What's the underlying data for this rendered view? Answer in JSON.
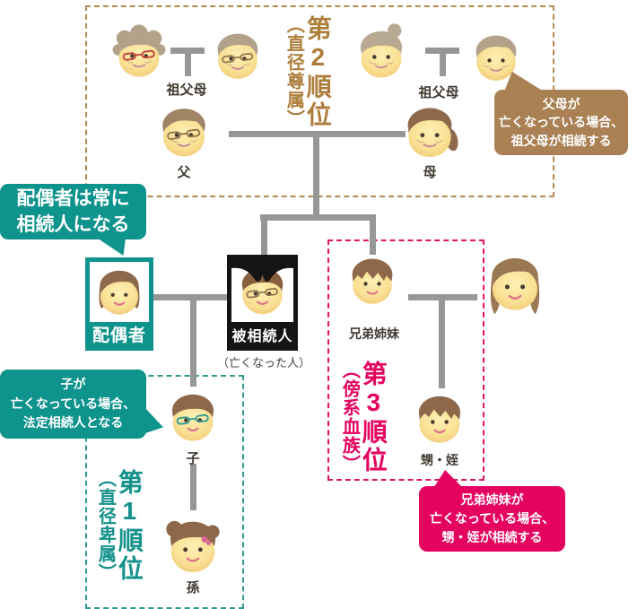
{
  "colors": {
    "rank2_brown": "#ad7e3b",
    "rank1_teal": "#0e938d",
    "rank3_pink": "#e40460",
    "connector_gray": "#979797",
    "deceased_black": "#141414"
  },
  "ranks": {
    "rank2": {
      "title": "第2順位",
      "subtitle": "（直径尊属）"
    },
    "rank1": {
      "title": "第1順位",
      "subtitle": "（直径卑属）"
    },
    "rank3": {
      "title": "第3順位",
      "subtitle": "（傍系血族）"
    }
  },
  "people": {
    "grandparents_left_label": "祖父母",
    "grandparents_right_label": "祖父母",
    "father_label": "父",
    "mother_label": "母",
    "spouse_label": "配偶者",
    "deceased_label": "被相続人",
    "deceased_sublabel": "（亡くなった人）",
    "siblings_label": "兄弟姉妹",
    "child_label": "子",
    "grandchild_label": "孫",
    "nephew_niece_label": "甥・姪"
  },
  "callouts": {
    "spouse": {
      "lines": [
        "配偶者は常に",
        "相続人になる"
      ]
    },
    "grandparents": {
      "lines": [
        "父母が",
        "亡くなっている場合、",
        "祖父母が相続する"
      ]
    },
    "child": {
      "lines": [
        "子が",
        "亡くなっている場合、",
        "法定相続人となる"
      ]
    },
    "nephew": {
      "lines": [
        "兄弟姉妹が",
        "亡くなっている場合、",
        "甥・姪が相続する"
      ]
    }
  }
}
